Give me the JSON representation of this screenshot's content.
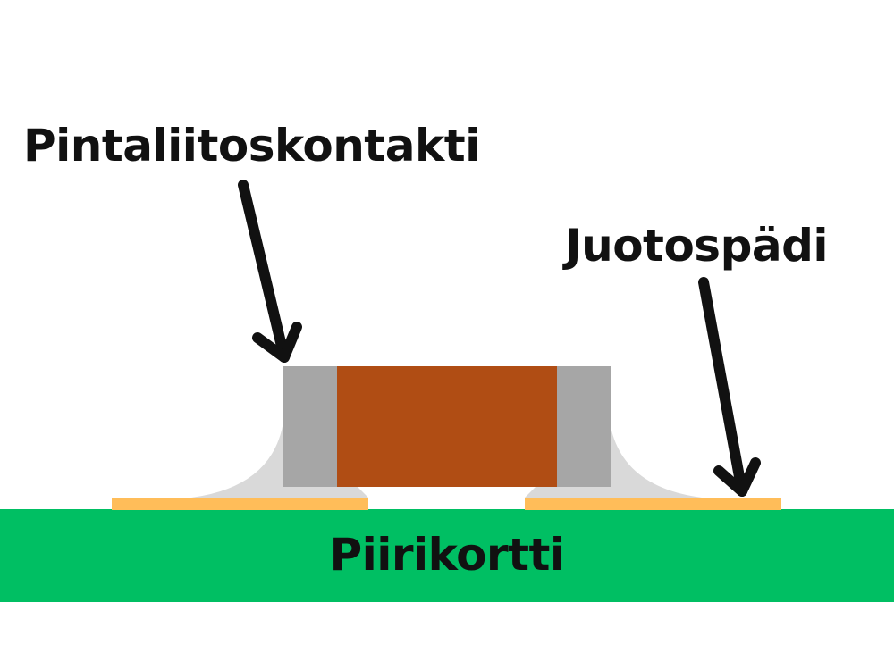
{
  "labels": {
    "contact": "Pintaliitoskontakti",
    "pad": "Juotospädi",
    "board": "Piirikortti"
  },
  "colors": {
    "background": "#ffffff",
    "board": "#00bf63",
    "pad": "#ffbd59",
    "solder": "#d9d9d9",
    "terminal": "#a6a6a6",
    "body": "#b04d14",
    "arrow": "#111111",
    "text": "#111111"
  }
}
